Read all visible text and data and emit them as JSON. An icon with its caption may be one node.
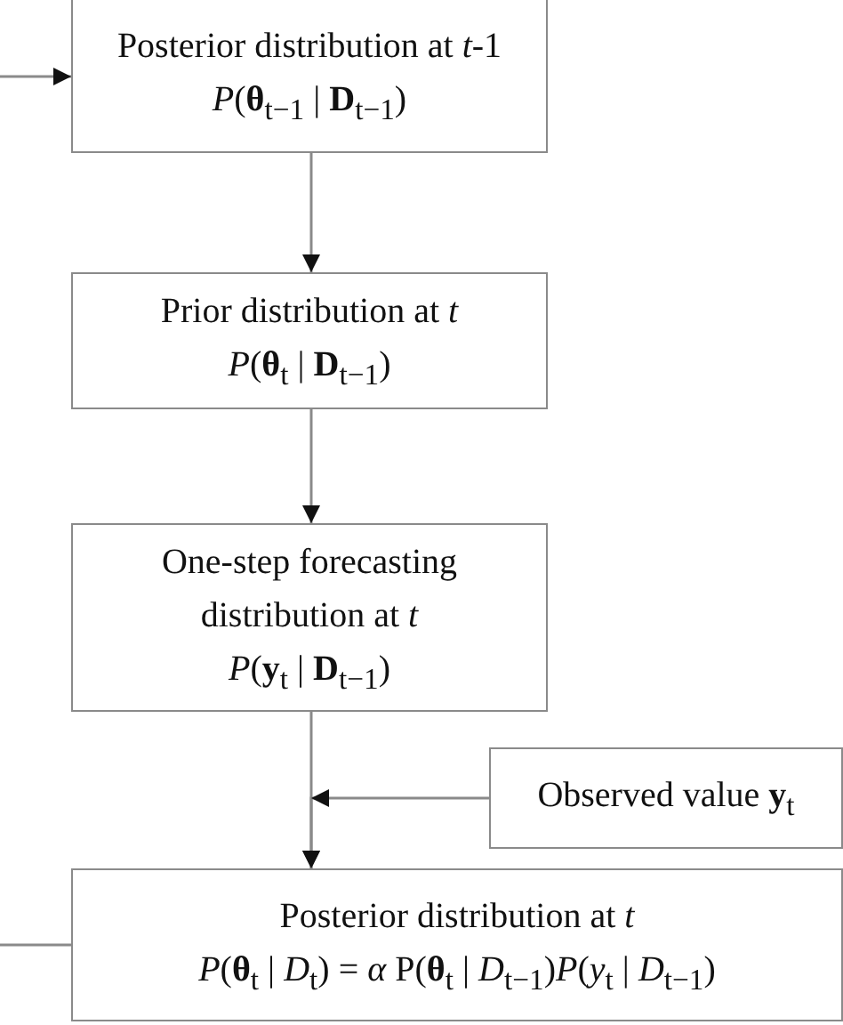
{
  "diagram": {
    "nodes": [
      {
        "text": [
          "Posterior distribution at *t*-1",
          "*P*(**θ**$_{t−1}$ | **D**$_{t−1}$)"
        ]
      },
      {
        "text": [
          "Prior distribution at *t*",
          "*P*(**θ**$_{t}$ | **D**$_{t−1}$)"
        ]
      },
      {
        "text": [
          "One-step forecasting distribution at *t*",
          "*P*(**y**$_{t}$ | **D**$_{t−1}$)"
        ]
      },
      {
        "text": [
          "Observed value **y**$_{t}$"
        ]
      },
      {
        "text": [
          "Posterior distribution at *t*",
          "*P*(**θ**$_{t}$ | *D*$_{t}$) = *α* P(**θ**$_{t}$ | *D*$_{t−1}$)*P*(*y*$_{t}$ | *D*$_{t−1}$)"
        ]
      }
    ],
    "edges": [
      {
        "from": null,
        "to": 0,
        "arrow": "to"
      },
      {
        "from": 0,
        "to": 1,
        "arrow": "to"
      },
      {
        "from": 1,
        "to": 2,
        "arrow": "to"
      },
      {
        "from": 2,
        "to": 4,
        "arrow": "to"
      },
      {
        "from": 3,
        "to": 4,
        "arrow": "to"
      },
      {
        "from": 4,
        "to": null,
        "arrow": "none"
      }
    ]
  }
}
